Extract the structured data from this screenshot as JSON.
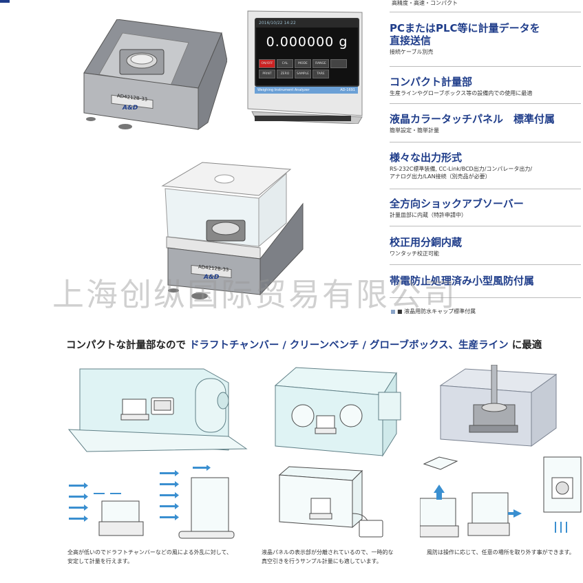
{
  "features": {
    "top_sub": "高精度・高速・コンパクト",
    "items": [
      {
        "title": "PCまたはPLC等に計量データを",
        "title2": "直接送信",
        "sub": "接続ケーブル別売"
      },
      {
        "title": "コンパクト計量部",
        "sub": "生産ラインやグローブボックス等の設備内での使用に最適"
      },
      {
        "title": "液晶カラータッチパネル　標準付属",
        "sub": "簡単設定・簡単計量"
      },
      {
        "title": "様々な出力形式",
        "sub": "RS-232C標準装備, CC-Link/BCD出力/コンパレータ出力/",
        "sub2": "アナログ出力/LAN接続（別売品が必要）"
      },
      {
        "title": "全方向ショックアブソーバー",
        "sub": "計量皿部に内蔵（特許申請中）"
      },
      {
        "title": "校正用分銅内蔵",
        "sub": "ワンタッチ校正可能"
      },
      {
        "title": "帯電防止処理済み小型風防付属",
        "sub": ""
      }
    ],
    "note": "■ 液晶用防水キャップ標準付属"
  },
  "products": {
    "model_label_1": "AD4212B-33",
    "model_label_2": "AD4212B-33",
    "brand": "A&D",
    "display": {
      "date": "2016/10/22  14:22",
      "weight": "0.000000",
      "unit": "g",
      "buttons": [
        "ON/OFF",
        "CAL",
        "MODE",
        "RANGE",
        "",
        "PRINT",
        "",
        "",
        "ZERO",
        "",
        "",
        "SAMPLE",
        "",
        "TARE"
      ],
      "strip": "Weighing Instrument Analyzer",
      "model": "AD-1691"
    }
  },
  "watermark": "上海创纵国际贸易有限公司",
  "headline": {
    "prefix": "コンパクトな計量部なので ",
    "highlight": "ドラフトチャンバー / クリーンベンチ / グローブボックス、生産ライン",
    "suffix": " に最適"
  },
  "captions": {
    "c1_l1": "全高が低いのでドラフトチャンバーなどの風による外乱に対して、",
    "c1_l2": "安定して計量を行えます。",
    "c2_l1": "液晶パネルの表示部が分離されているので、一時的な",
    "c2_l2": "真空引きを行うサンプル計量にも適しています。",
    "c3_l1": "風防は操作に応じて、任意の場所を取り外す事ができます。"
  },
  "colors": {
    "accent": "#1f3d8a",
    "illustration_fill": "#dff3f4",
    "illustration_line": "#5f7f86",
    "arrow": "#3a8fd0"
  }
}
